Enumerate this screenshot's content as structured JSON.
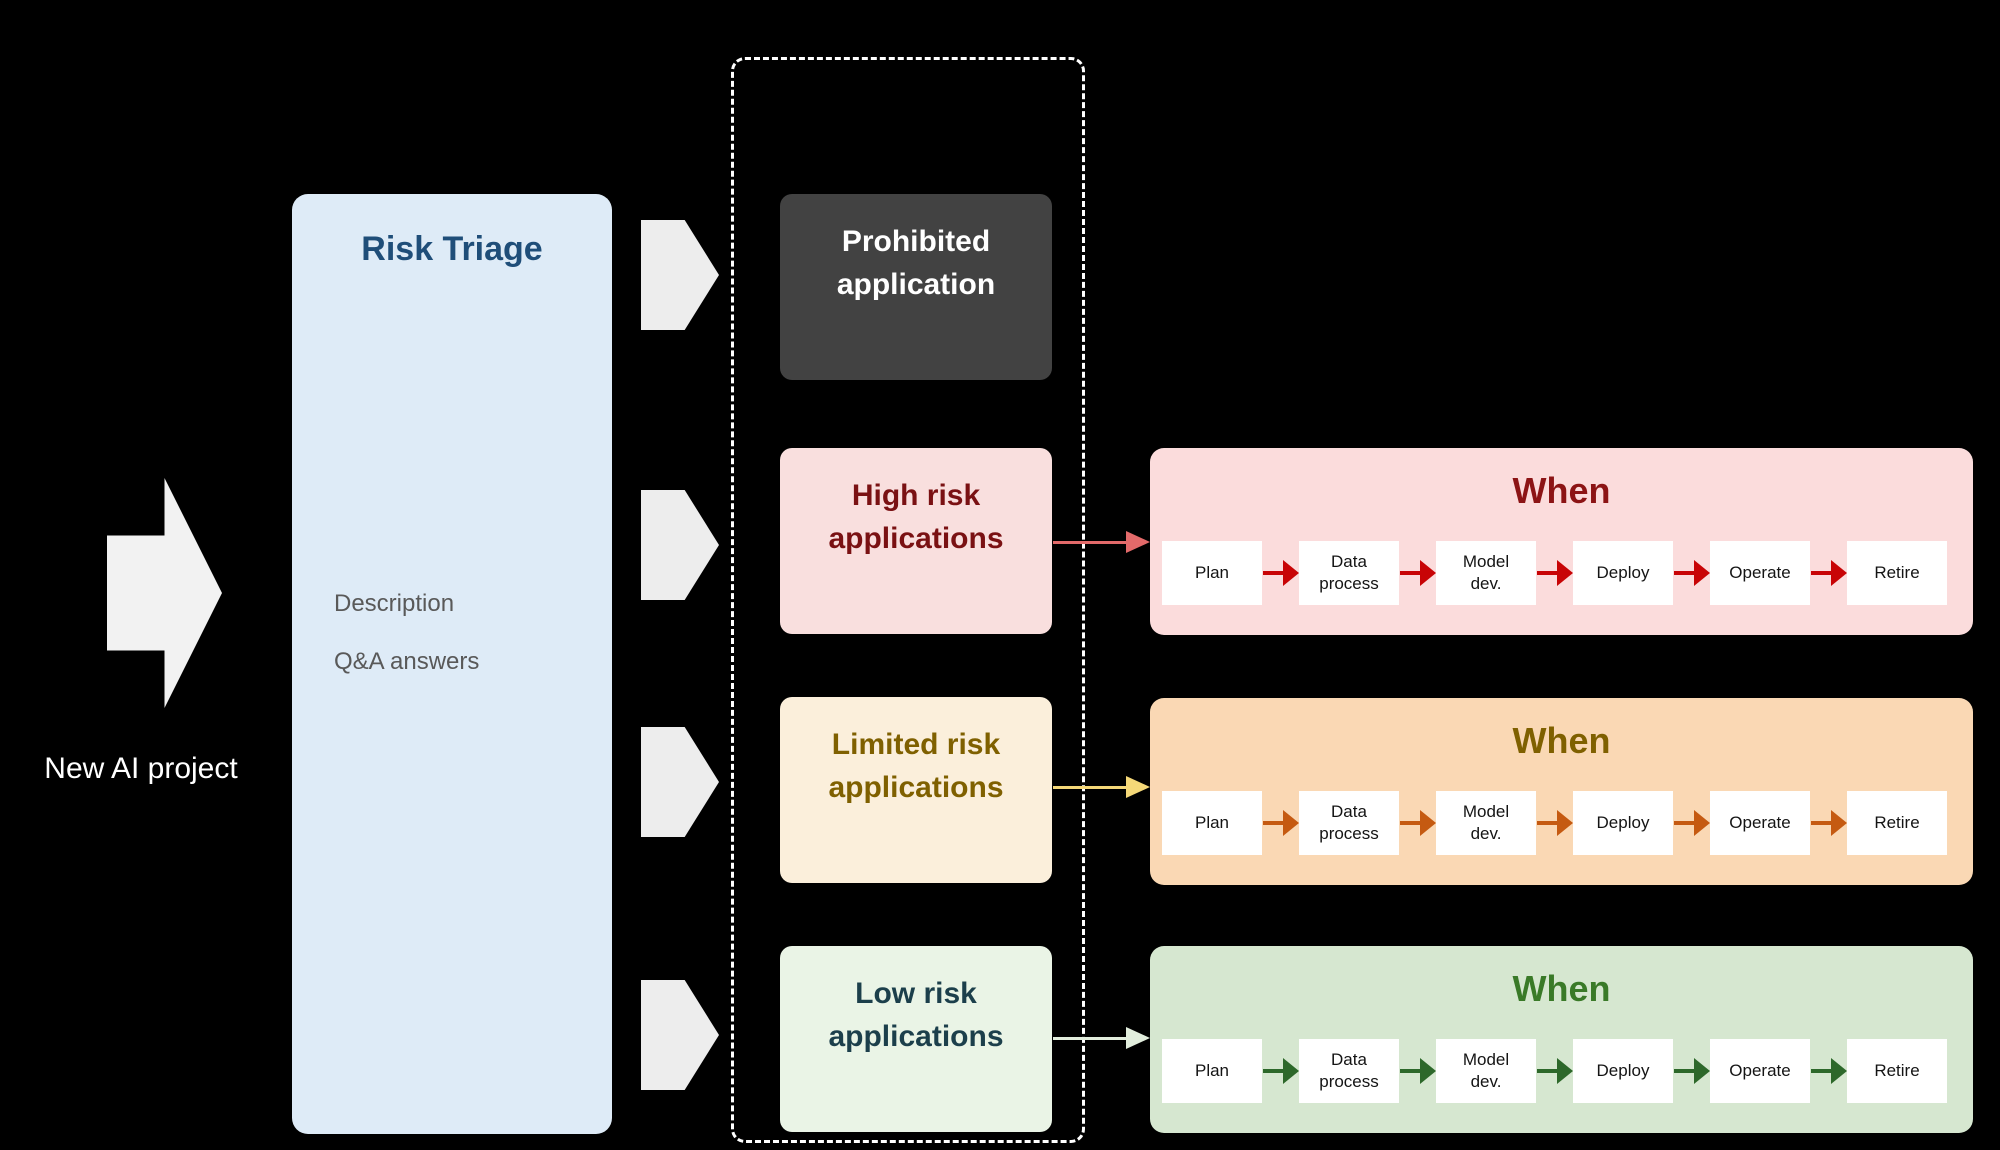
{
  "background": "#000000",
  "intake": {
    "label": "New AI project",
    "arrow_color": "#F2F2F2"
  },
  "triage": {
    "title": "Risk Triage",
    "title_color": "#1F4E79",
    "bg": "#DEEBF7",
    "items": [
      "Description",
      "Q&A answers"
    ],
    "items_color": "#595959"
  },
  "branch_arrow_color": "#EDEDED",
  "dashed_border_color": "#FFFFFF",
  "categories": [
    {
      "id": "prohibited",
      "label": "Prohibited application",
      "bg": "#424242",
      "fg": "#FFFFFF",
      "connector": null
    },
    {
      "id": "high-risk",
      "label": "High risk applications",
      "bg": "#F9DFDE",
      "fg": "#7A1113",
      "connector": "#E36A6A"
    },
    {
      "id": "limited-risk",
      "label": "Limited risk applications",
      "bg": "#FBEFDB",
      "fg": "#7F6000",
      "connector": "#F5D878"
    },
    {
      "id": "low-risk",
      "label": "Low risk applications",
      "bg": "#EAF4E6",
      "fg": "#1C3F4B",
      "connector": "#E2EEDD"
    }
  ],
  "panels": [
    {
      "id": "high-risk",
      "title": "When",
      "bg": "#FBDCDC",
      "title_color": "#8C1415",
      "arrow_color": "#C80406",
      "stages": [
        "Plan",
        "Data\nprocess",
        "Model\ndev.",
        "Deploy",
        "Operate",
        "Retire"
      ]
    },
    {
      "id": "limited-risk",
      "title": "When",
      "bg": "#FAD8B4",
      "title_color": "#7F6000",
      "arrow_color": "#C55A11",
      "stages": [
        "Plan",
        "Data\nprocess",
        "Model\ndev.",
        "Deploy",
        "Operate",
        "Retire"
      ]
    },
    {
      "id": "low-risk",
      "title": "When",
      "bg": "#D6E7D0",
      "title_color": "#3A7A28",
      "arrow_color": "#2D682A",
      "stages": [
        "Plan",
        "Data\nprocess",
        "Model\ndev.",
        "Deploy",
        "Operate",
        "Retire"
      ]
    }
  ]
}
